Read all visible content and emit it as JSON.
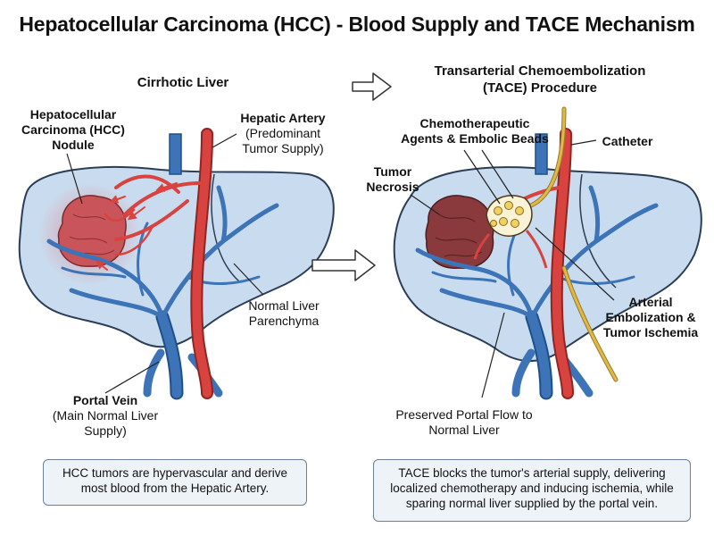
{
  "title": "Hepatocellular Carcinoma (HCC) - Blood Supply and TACE Mechanism",
  "left_panel": {
    "heading": "Cirrhotic Liver",
    "hcc_nodule": "Hepatocellular Carcinoma (HCC) Nodule",
    "hepatic_artery": {
      "name": "Hepatic Artery",
      "detail": "(Predominant Tumor Supply)"
    },
    "portal_vein": {
      "name": "Portal Vein",
      "detail": "(Main Normal Liver Supply)"
    },
    "parenchyma": "Normal Liver Parenchyma",
    "note": "HCC tumors are hypervascular and derive most blood from the Hepatic Artery."
  },
  "right_panel": {
    "heading": "Transarterial Chemoembolization (TACE) Procedure",
    "agents": "Chemotherapeutic Agents & Embolic Beads",
    "catheter": "Catheter",
    "necrosis": "Tumor Necrosis",
    "embolization": "Arterial Embolization & Tumor Ischemia",
    "portal_flow": "Preserved Portal Flow to Normal Liver",
    "note": "TACE blocks the tumor's arterial supply, delivering localized chemotherapy and inducing ischemia, while sparing normal liver supplied by the portal vein."
  },
  "colors": {
    "liver_fill": "#c9dcef",
    "liver_outline": "#2c3e55",
    "artery": "#d9433f",
    "portal_vein": "#3d74b8",
    "tumor": "#c9555a",
    "necrotic_tumor": "#8a3a3d",
    "catheter": "#e0b84a",
    "embolic_beads": "#f0d060"
  }
}
